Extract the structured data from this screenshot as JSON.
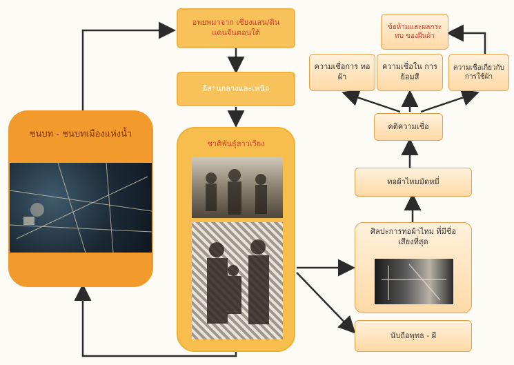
{
  "top": {
    "origin": "อพยพมาจาก เชียงแสน/ดินแดนจีนตอนใต้",
    "region": "อีสานกลางและเหนือ"
  },
  "left_panel": {
    "title": "ชนบท - ชนบทเมืองแห่งน้ำ"
  },
  "center_panel": {
    "title": "ชาติพันธุ์ลาวเวียง"
  },
  "right": {
    "craft": "ศิลปะการทอผ้าไหม ที่มีชื่อเสียงที่สุด",
    "religion": "นับถือพุทธ - ผี",
    "silk": "ทอผ้าไหมมัดหมี่",
    "belief_concept": "คติความเชื่อ",
    "belief_weaving": "ความเชื่อการ ทอผ้า",
    "belief_color": "ความเชื่อใน การย้อมสี",
    "belief_usage": "ความเชื่อเกี่ยวกับ การใช้ผ้า",
    "taboo": "ข้อห้ามและผลกระทบ ของผืนผ้า"
  },
  "colors": {
    "orange": "#f39a2c",
    "yellow": "#f8c25a",
    "light": "#ffe6c2",
    "text_red": "#c0392b",
    "arrow": "#2b2b2b"
  }
}
